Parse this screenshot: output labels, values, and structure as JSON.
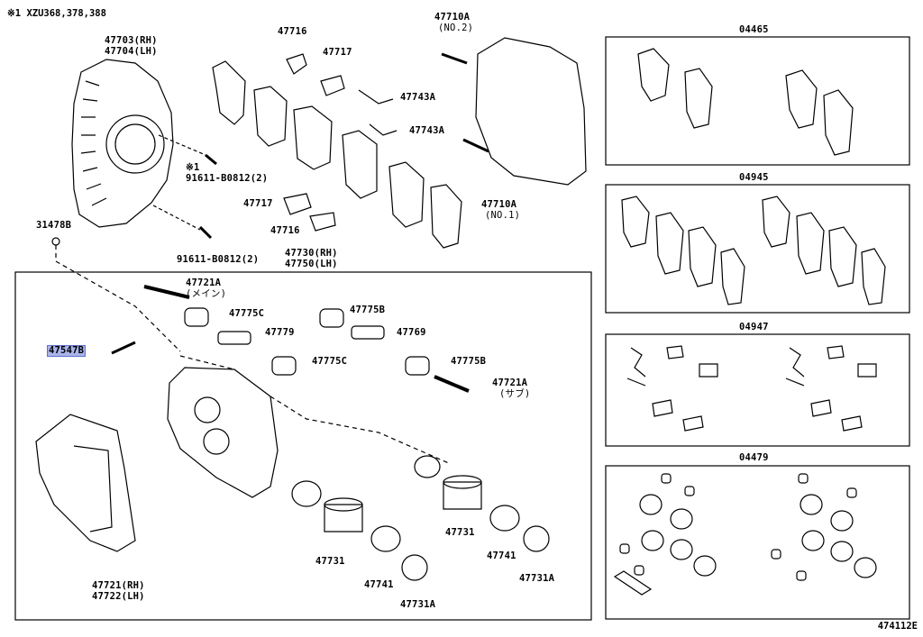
{
  "note": "※1 XZU368,378,388",
  "figure_code": "474112E",
  "labels": {
    "p47703": "47703(RH)",
    "p47704": "47704(LH)",
    "p47716a": "47716",
    "p47717a": "47717",
    "p47710a_top": "47710A",
    "p47710a_top_sub": "(NO.2)",
    "p47743a_1": "47743A",
    "p47743a_2": "47743A",
    "p91611_1_mark": "※1",
    "p91611_1": "91611-B0812(2)",
    "p47717b": "47717",
    "p47716b": "47716",
    "p47710a_bot": "47710A",
    "p47710a_bot_sub": "(NO.1)",
    "p31478b": "31478B",
    "p91611_2": "91611-B0812(2)",
    "p47730": "47730(RH)",
    "p47750": "47750(LH)",
    "p47721a_1": "47721A",
    "p47721a_1_sub": "(メイン)",
    "p47775c_1": "47775C",
    "p47775b_1": "47775B",
    "p47779": "47779",
    "p47769": "47769",
    "p47547b": "47547B",
    "p47775c_2": "47775C",
    "p47775b_2": "47775B",
    "p47721a_2": "47721A",
    "p47721a_2_sub": "(サブ)",
    "p47731_1": "47731",
    "p47731_2": "47731",
    "p47741_1": "47741",
    "p47741_2": "47741",
    "p47731a_1": "47731A",
    "p47731a_2": "47731A",
    "p47721": "47721(RH)",
    "p47722": "47722(LH)",
    "k04465": "04465",
    "k04945": "04945",
    "k04947": "04947",
    "k04479": "04479"
  },
  "highlight": "p47547b"
}
